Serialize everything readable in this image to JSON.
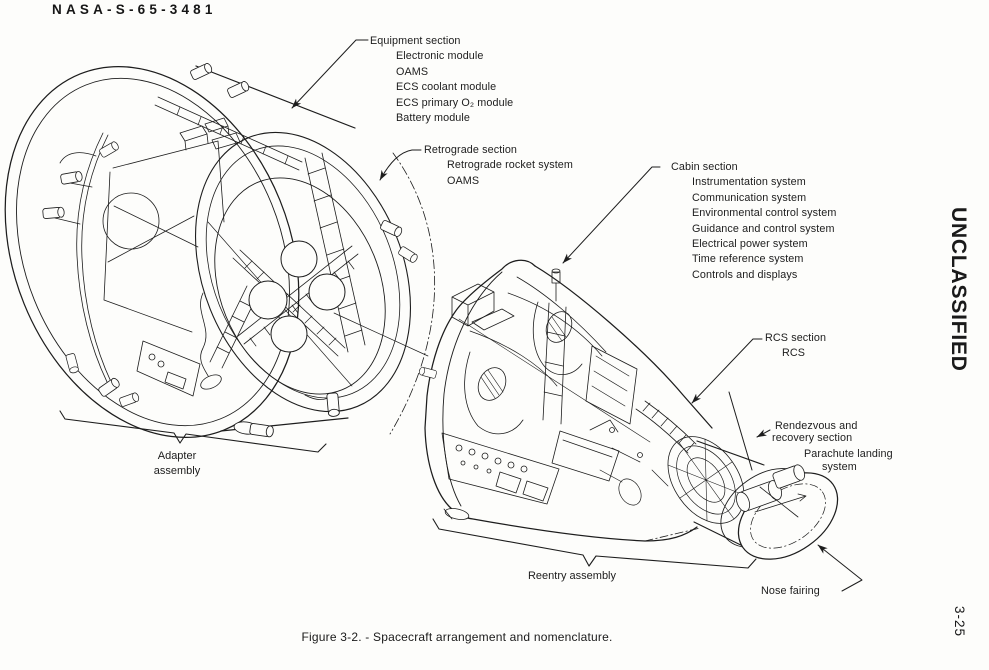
{
  "page": {
    "doc_id": "NASA-S-65-3481",
    "caption": "Figure 3-2. - Spacecraft arrangement and nomenclature.",
    "classification": "UNCLASSIFIED",
    "page_number": "3-25",
    "colors": {
      "ink": "#1d1d1d",
      "paper": "#fdfdfb"
    }
  },
  "labels": {
    "equipment": {
      "title": "Equipment section",
      "items": [
        "Electronic module",
        "OAMS",
        "ECS coolant module",
        "ECS primary O₂ module",
        "Battery module"
      ]
    },
    "retrograde": {
      "title": "Retrograde section",
      "items": [
        "Retrograde rocket system",
        "OAMS"
      ]
    },
    "cabin": {
      "title": "Cabin section",
      "items": [
        "Instrumentation system",
        "Communication system",
        "Environmental control system",
        "Guidance and control system",
        "Electrical power system",
        "Time reference system",
        "Controls and displays"
      ]
    },
    "rcs": {
      "title": "RCS section",
      "items": [
        "RCS"
      ]
    },
    "rendezvous": {
      "title_line1": "Rendezvous and",
      "title_line2": "recovery section",
      "item_line1": "Parachute landing",
      "item_line2": "system"
    },
    "nose_fairing": "Nose fairing",
    "adapter_assembly_line1": "Adapter",
    "adapter_assembly_line2": "assembly",
    "reentry_assembly": "Reentry assembly"
  }
}
